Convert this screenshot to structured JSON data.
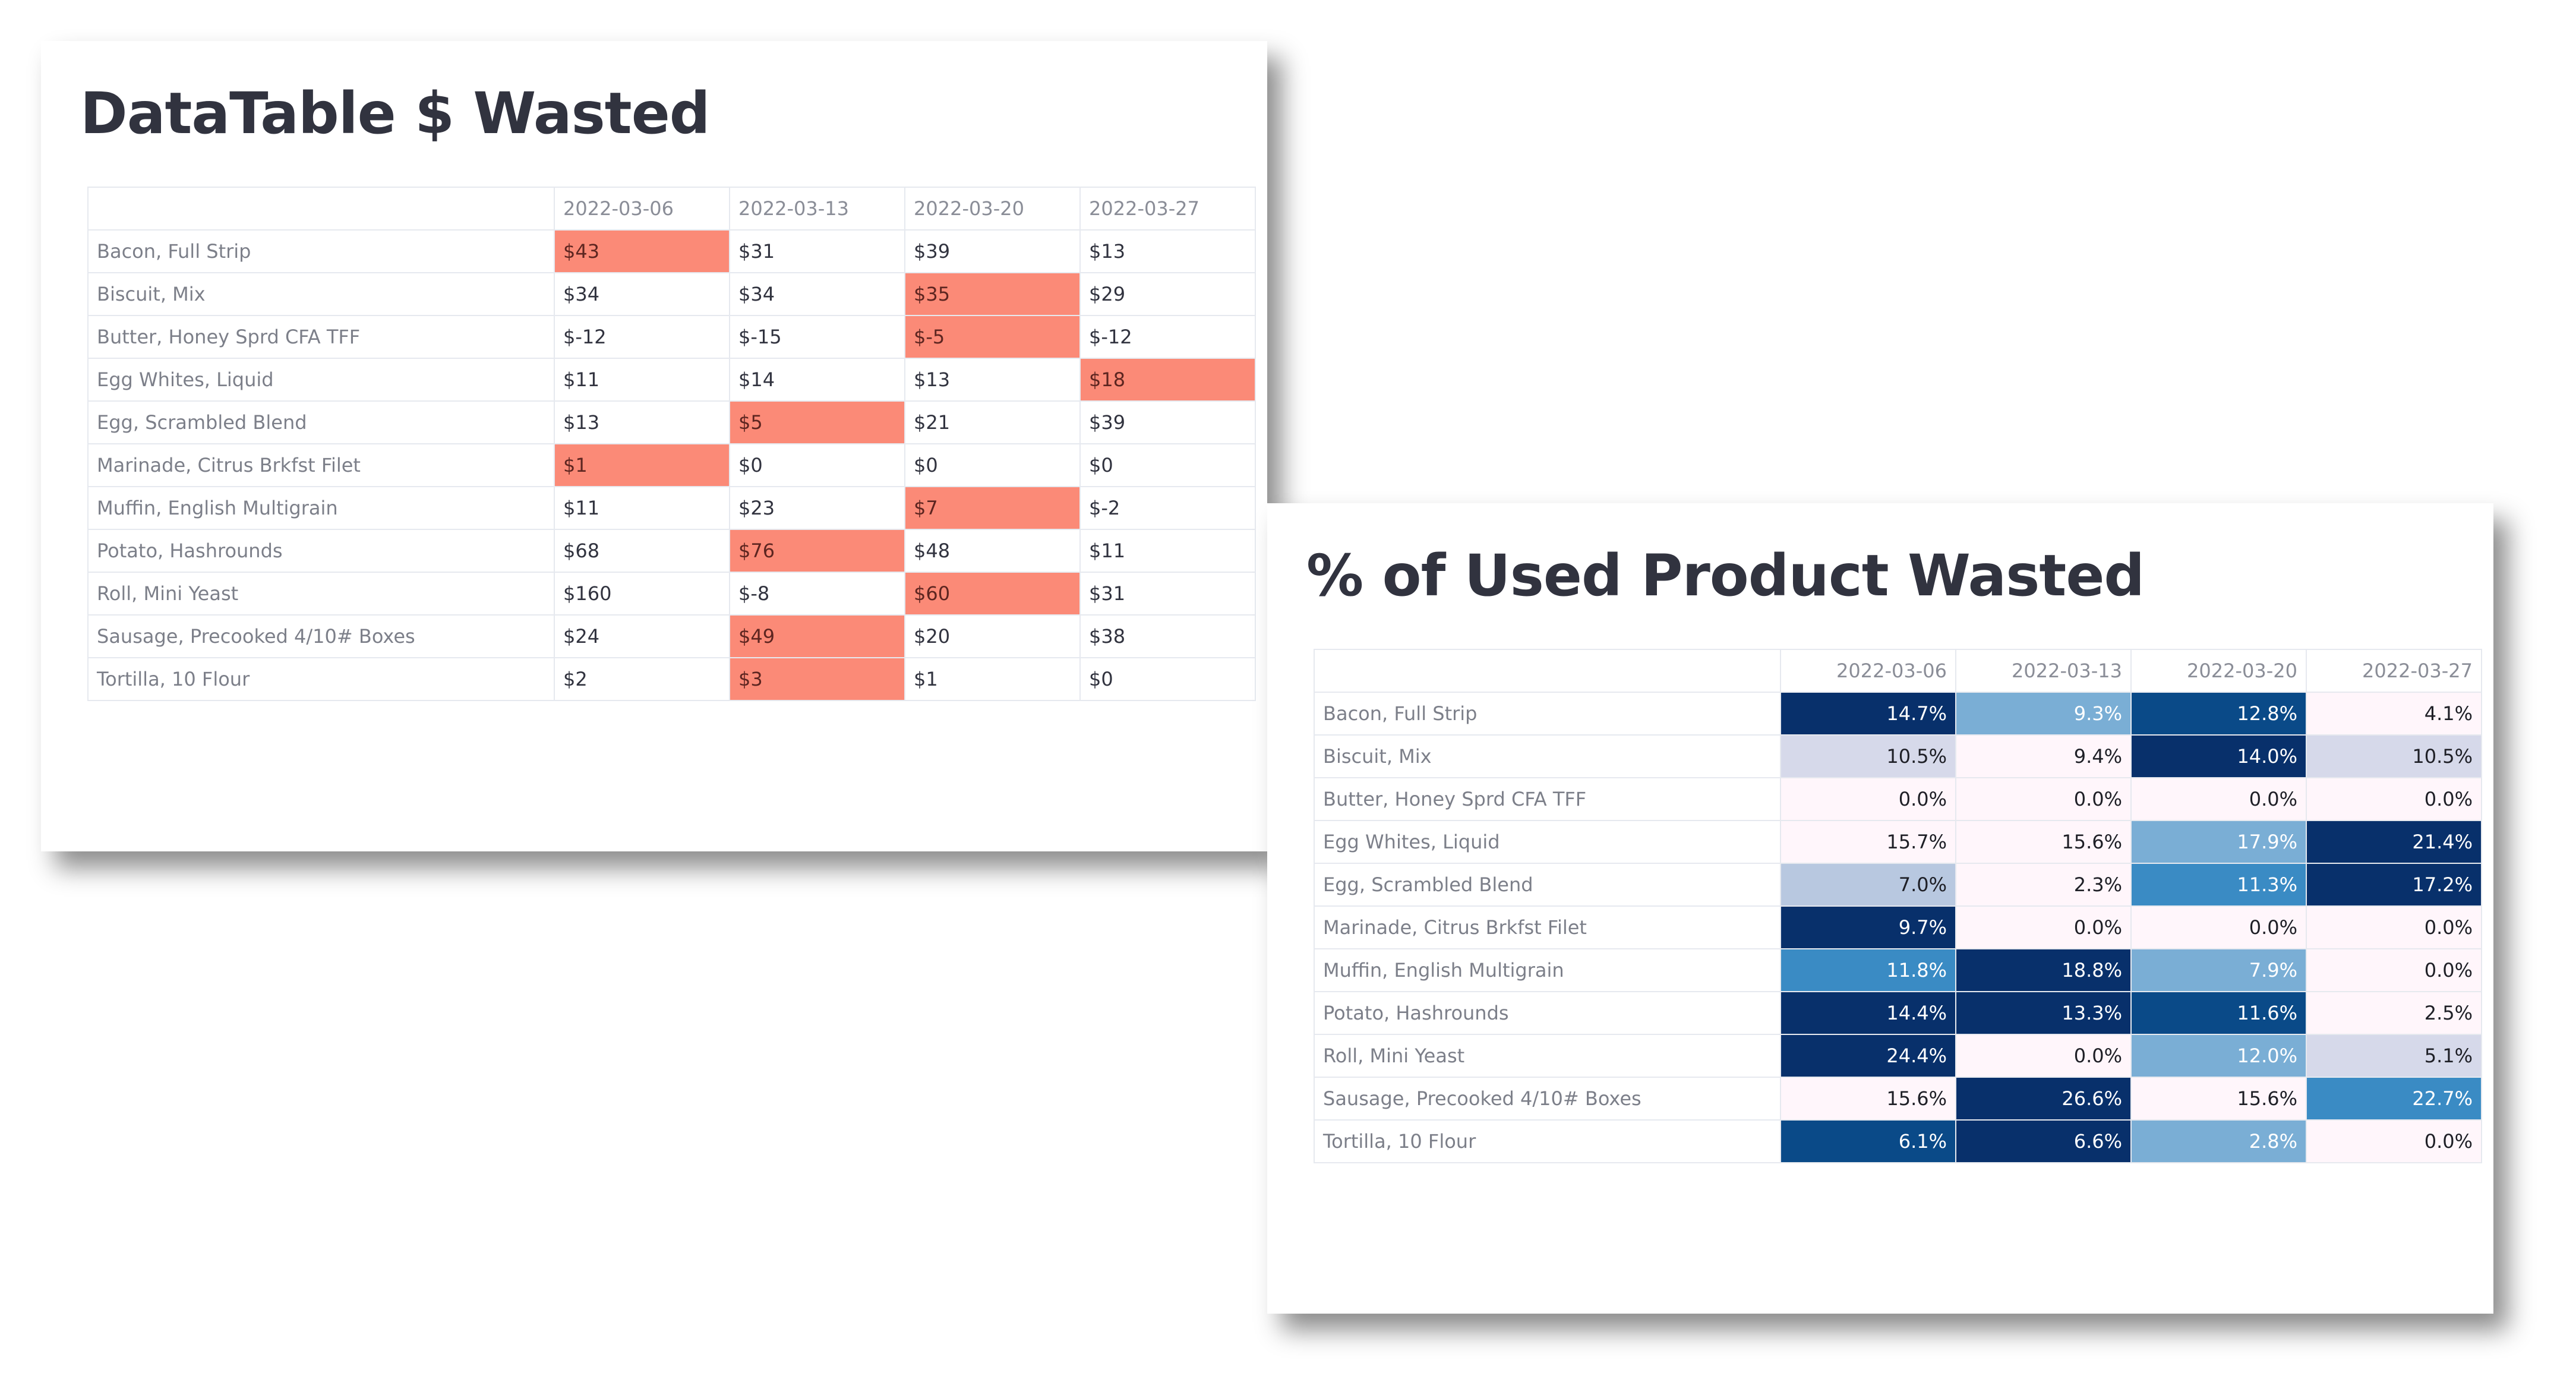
{
  "dollar_panel": {
    "title": "DataTable $ Wasted",
    "columns": [
      "2022-03-06",
      "2022-03-13",
      "2022-03-20",
      "2022-03-27"
    ],
    "highlight_color": "#fb8a77",
    "rows": [
      {
        "label": "Bacon, Full Strip",
        "values": [
          "$43",
          "$31",
          "$39",
          "$13"
        ],
        "highlight_index": 0
      },
      {
        "label": "Biscuit, Mix",
        "values": [
          "$34",
          "$34",
          "$35",
          "$29"
        ],
        "highlight_index": 2
      },
      {
        "label": "Butter, Honey Sprd CFA TFF",
        "values": [
          "$-12",
          "$-15",
          "$-5",
          "$-12"
        ],
        "highlight_index": 2
      },
      {
        "label": "Egg Whites, Liquid",
        "values": [
          "$11",
          "$14",
          "$13",
          "$18"
        ],
        "highlight_index": 3
      },
      {
        "label": "Egg, Scrambled Blend",
        "values": [
          "$13",
          "$5",
          "$21",
          "$39"
        ],
        "highlight_index": 1
      },
      {
        "label": "Marinade, Citrus Brkfst Filet",
        "values": [
          "$1",
          "$0",
          "$0",
          "$0"
        ],
        "highlight_index": 0
      },
      {
        "label": "Muffin, English Multigrain",
        "values": [
          "$11",
          "$23",
          "$7",
          "$-2"
        ],
        "highlight_index": 2
      },
      {
        "label": "Potato, Hashrounds",
        "values": [
          "$68",
          "$76",
          "$48",
          "$11"
        ],
        "highlight_index": 1
      },
      {
        "label": "Roll, Mini Yeast",
        "values": [
          "$160",
          "$-8",
          "$60",
          "$31"
        ],
        "highlight_index": 2
      },
      {
        "label": "Sausage, Precooked 4/10# Boxes",
        "values": [
          "$24",
          "$49",
          "$20",
          "$38"
        ],
        "highlight_index": 1
      },
      {
        "label": "Tortilla, 10 Flour",
        "values": [
          "$2",
          "$3",
          "$1",
          "$0"
        ],
        "highlight_index": 1
      }
    ]
  },
  "percent_panel": {
    "title": "% of Used Product Wasted",
    "columns": [
      "2022-03-06",
      "2022-03-13",
      "2022-03-20",
      "2022-03-27"
    ],
    "colors": {
      "navy": "#08306b",
      "dark_blue": "#0a4a88",
      "blue": "#3a8bc4",
      "light_blue": "#7aaed5",
      "pale_blue": "#b8c8e0",
      "lavender": "#d6d9ea",
      "near_white": "#fff6fb"
    },
    "rows": [
      {
        "label": "Bacon, Full Strip",
        "values": [
          "14.7%",
          "9.3%",
          "12.8%",
          "4.1%"
        ],
        "fills": [
          "navy",
          "light_blue",
          "dark_blue",
          "near_white"
        ]
      },
      {
        "label": "Biscuit, Mix",
        "values": [
          "10.5%",
          "9.4%",
          "14.0%",
          "10.5%"
        ],
        "fills": [
          "lavender",
          "near_white",
          "navy",
          "lavender"
        ]
      },
      {
        "label": "Butter, Honey Sprd CFA TFF",
        "values": [
          "0.0%",
          "0.0%",
          "0.0%",
          "0.0%"
        ],
        "fills": [
          "near_white",
          "near_white",
          "near_white",
          "near_white"
        ]
      },
      {
        "label": "Egg Whites, Liquid",
        "values": [
          "15.7%",
          "15.6%",
          "17.9%",
          "21.4%"
        ],
        "fills": [
          "near_white",
          "near_white",
          "light_blue",
          "navy"
        ]
      },
      {
        "label": "Egg, Scrambled Blend",
        "values": [
          "7.0%",
          "2.3%",
          "11.3%",
          "17.2%"
        ],
        "fills": [
          "pale_blue",
          "near_white",
          "blue",
          "navy"
        ]
      },
      {
        "label": "Marinade, Citrus Brkfst Filet",
        "values": [
          "9.7%",
          "0.0%",
          "0.0%",
          "0.0%"
        ],
        "fills": [
          "navy",
          "near_white",
          "near_white",
          "near_white"
        ]
      },
      {
        "label": "Muffin, English Multigrain",
        "values": [
          "11.8%",
          "18.8%",
          "7.9%",
          "0.0%"
        ],
        "fills": [
          "blue",
          "navy",
          "light_blue",
          "near_white"
        ]
      },
      {
        "label": "Potato, Hashrounds",
        "values": [
          "14.4%",
          "13.3%",
          "11.6%",
          "2.5%"
        ],
        "fills": [
          "navy",
          "navy",
          "dark_blue",
          "near_white"
        ]
      },
      {
        "label": "Roll, Mini Yeast",
        "values": [
          "24.4%",
          "0.0%",
          "12.0%",
          "5.1%"
        ],
        "fills": [
          "navy",
          "near_white",
          "light_blue",
          "lavender"
        ]
      },
      {
        "label": "Sausage, Precooked 4/10# Boxes",
        "values": [
          "15.6%",
          "26.6%",
          "15.6%",
          "22.7%"
        ],
        "fills": [
          "near_white",
          "navy",
          "near_white",
          "blue"
        ]
      },
      {
        "label": "Tortilla, 10 Flour",
        "values": [
          "6.1%",
          "6.6%",
          "2.8%",
          "0.0%"
        ],
        "fills": [
          "dark_blue",
          "navy",
          "light_blue",
          "near_white"
        ]
      }
    ]
  }
}
